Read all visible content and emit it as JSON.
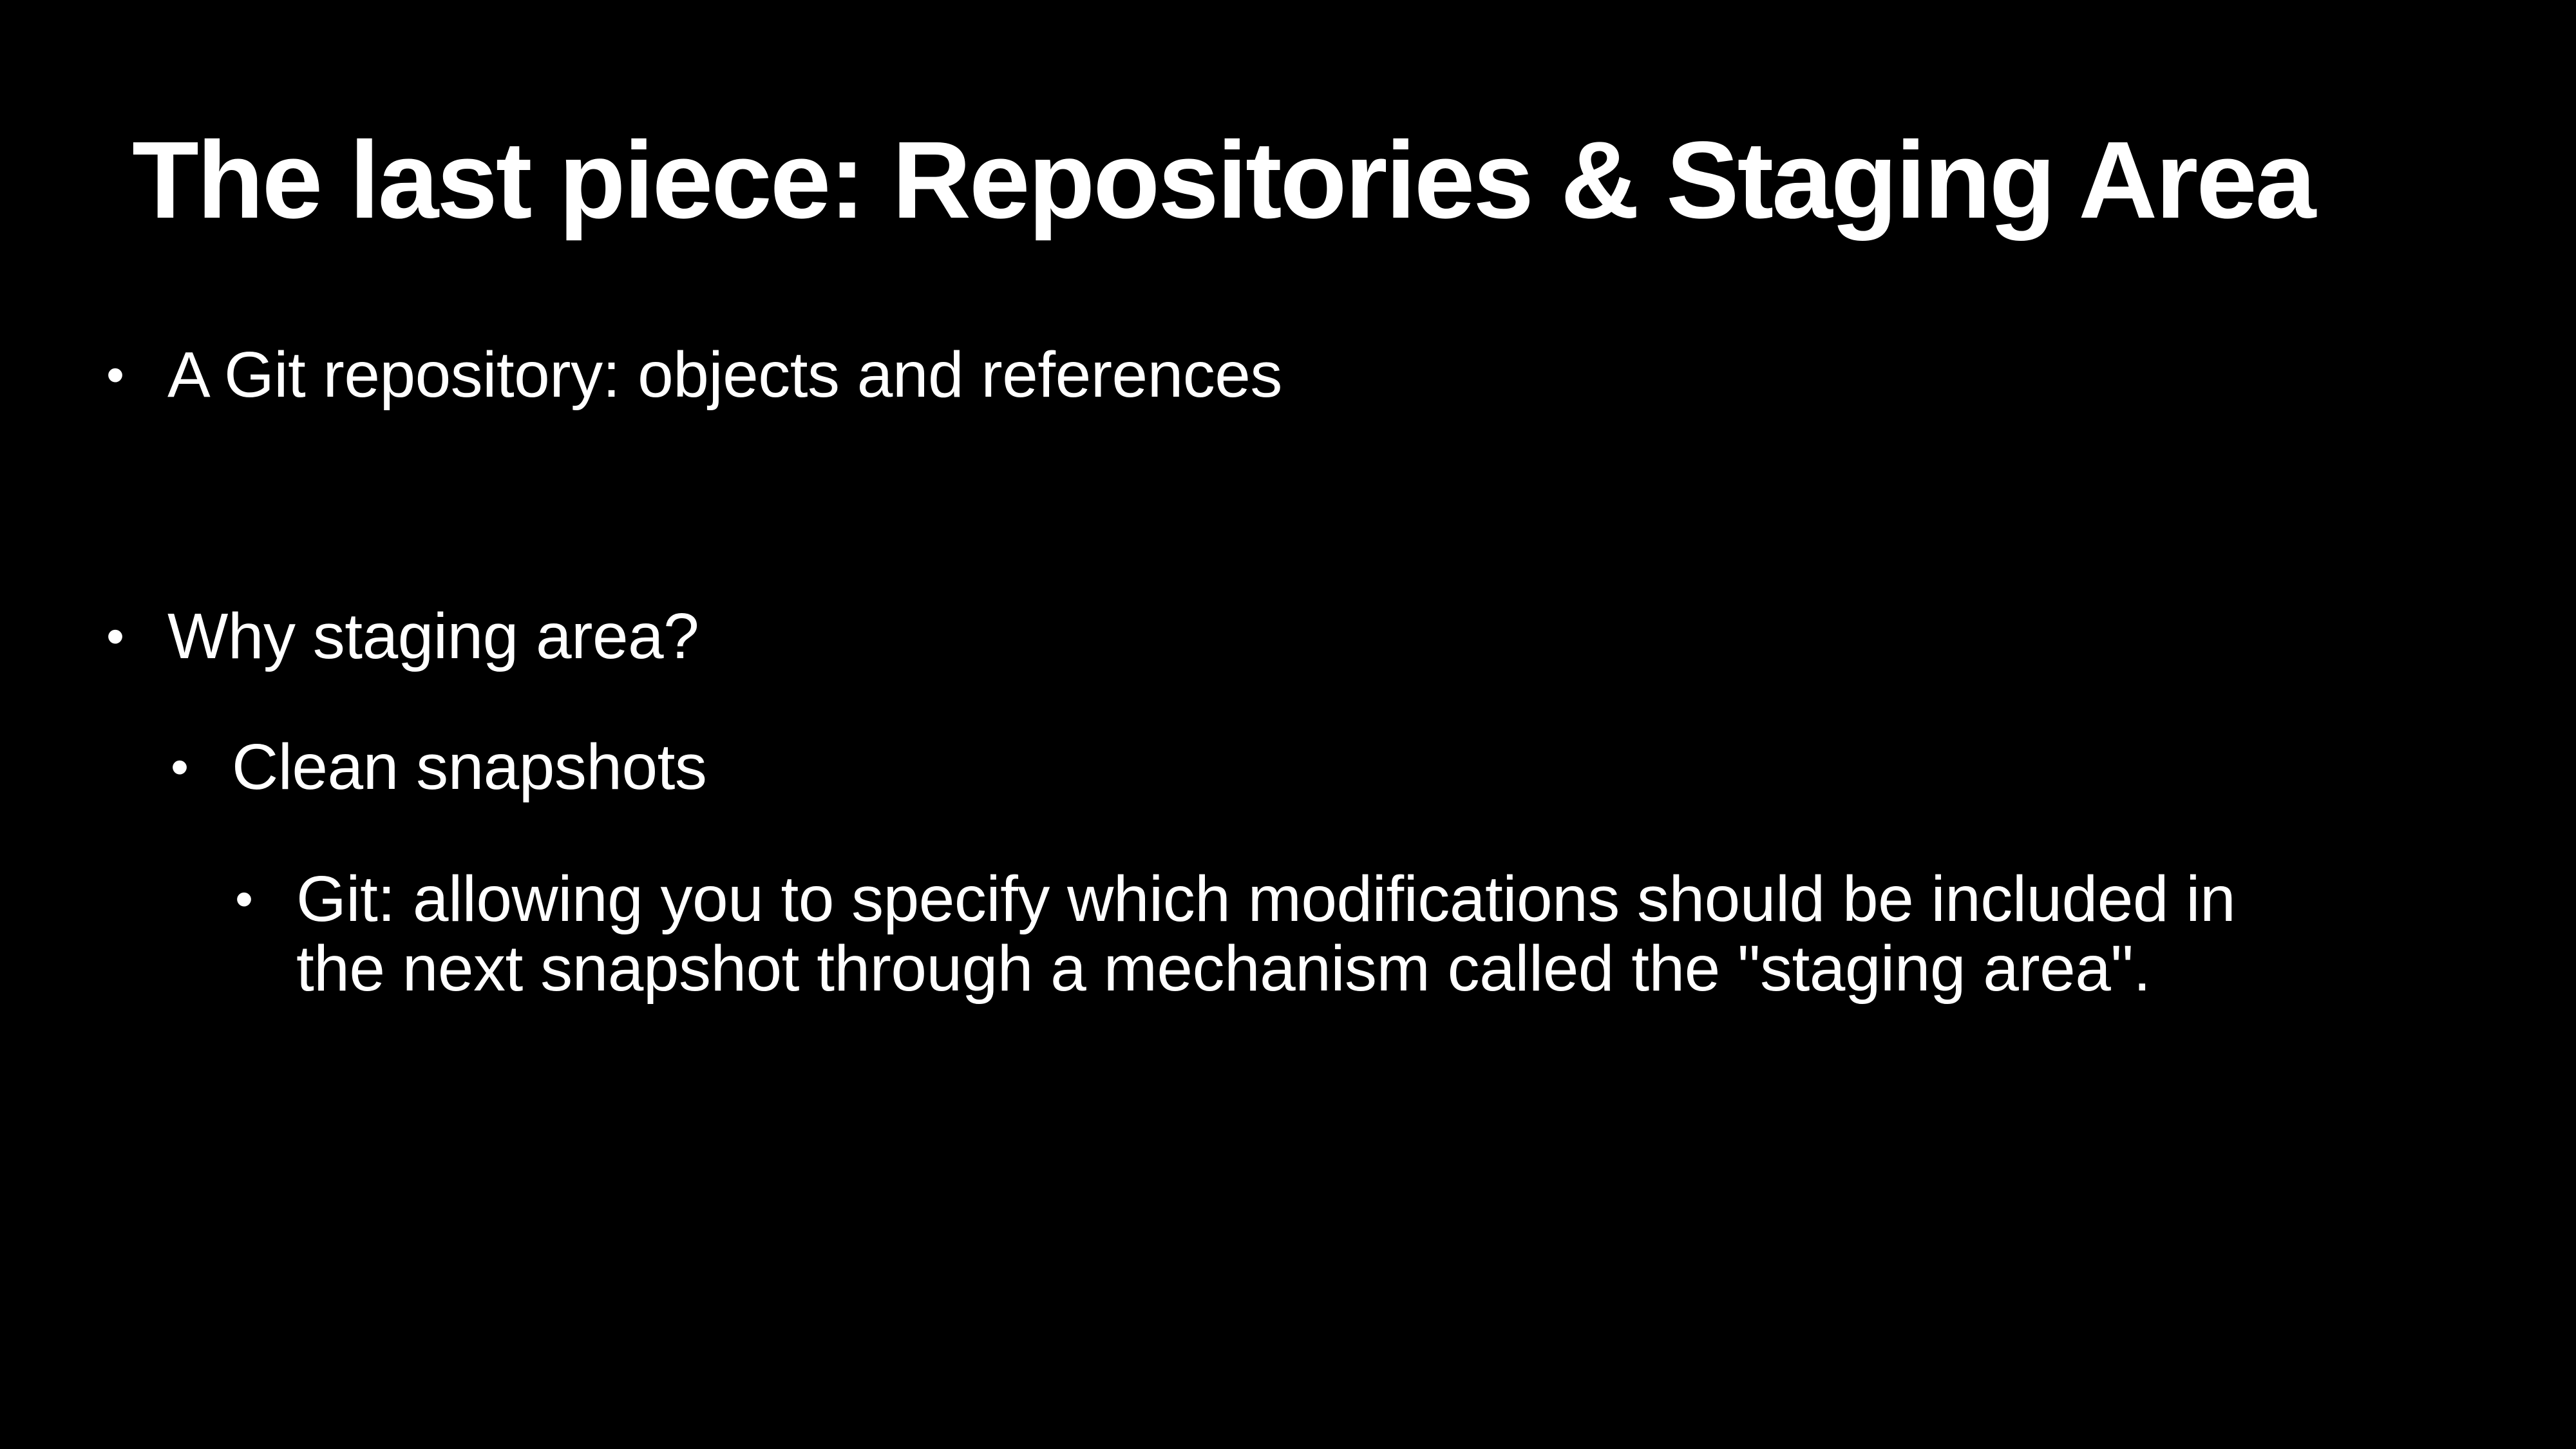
{
  "slide": {
    "title": "The last piece: Repositories & Staging Area",
    "bullets": [
      {
        "marker": "•",
        "text": "A Git repository: objects and references"
      },
      {
        "marker": "•",
        "text": "Why staging area?"
      },
      {
        "marker": "•",
        "text": "Clean snapshots"
      },
      {
        "marker": "•",
        "line1": "Git: allowing you to specify which modifications should be included in",
        "line2": "the next snapshot through a mechanism called the \"staging area\"."
      }
    ],
    "colors": {
      "background": "#000000",
      "text": "#ffffff"
    }
  }
}
